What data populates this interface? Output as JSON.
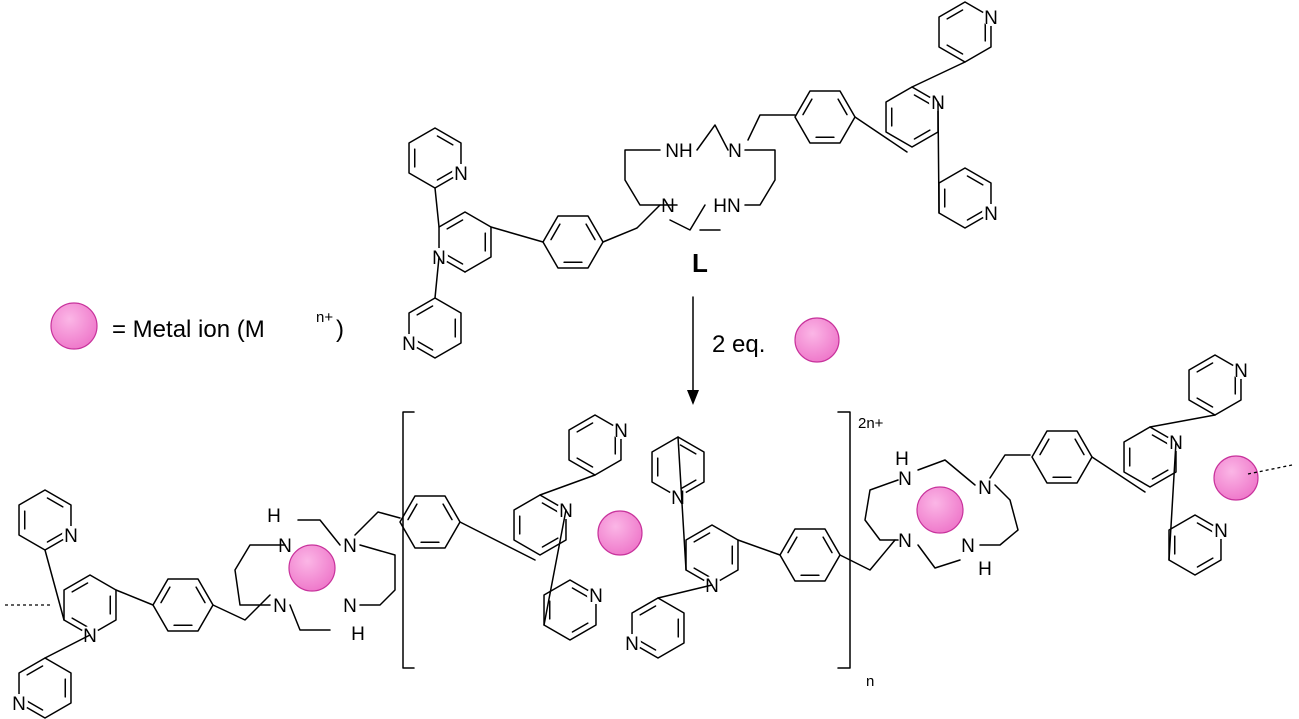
{
  "scheme": {
    "ligand_label": "L",
    "reagent_label": "2 eq.",
    "legend": {
      "text_main": "= Metal ion (M",
      "text_sup": "n+",
      "text_close": ")"
    },
    "charge_label": "2n+",
    "repeat_label": "n"
  },
  "atoms": {
    "N": "N",
    "NH": "NH",
    "HN": "HN",
    "H": "H"
  },
  "colors": {
    "metal_fill": "#f58ad6",
    "metal_stroke": "#c8339c",
    "bond": "#000000",
    "background": "#ffffff"
  }
}
